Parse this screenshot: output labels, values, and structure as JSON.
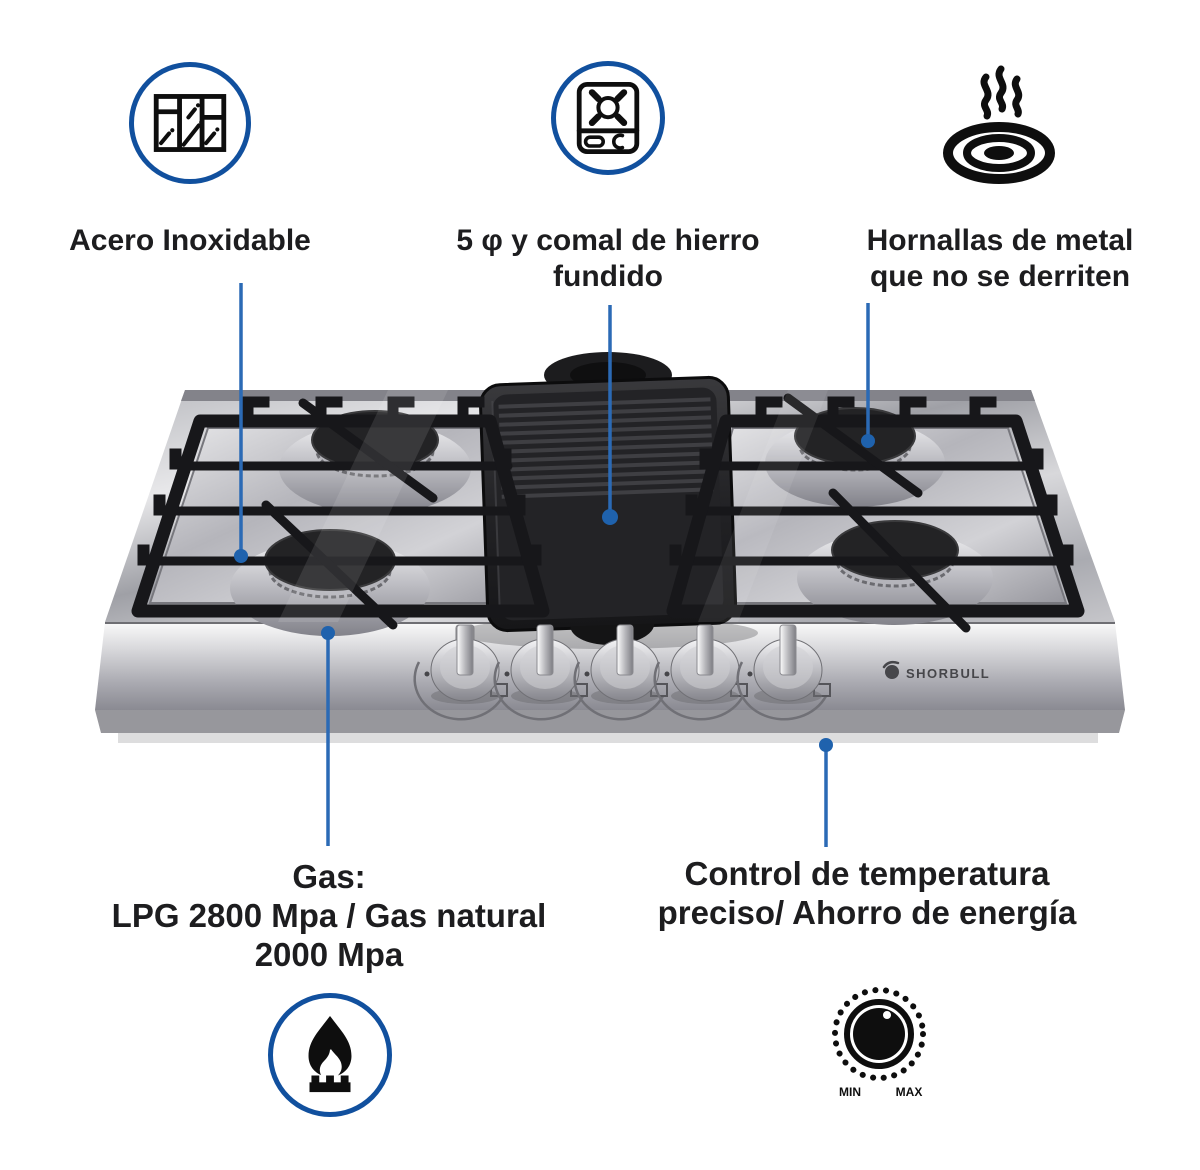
{
  "colors": {
    "background": "#ffffff",
    "accent_blue": "#11509e",
    "leader_blue": "#2b6ab5",
    "text": "#1d1d1f",
    "icon_black": "#0e0e0e"
  },
  "features_top": {
    "stainless": {
      "icon": "stainless-sheet-icon",
      "label": "Acero Inoxidable"
    },
    "burners": {
      "icon": "gas-burner-icon",
      "label_line1": "5 φ y comal de hierro",
      "label_line2": "fundido"
    },
    "hotplate": {
      "icon": "hot-plate-icon",
      "label_line1": "Hornallas de metal",
      "label_line2": "que no se derriten"
    }
  },
  "features_bottom": {
    "gas": {
      "icon": "gas-flame-icon",
      "line1": "Gas:",
      "line2": "LPG 2800 Mpa / Gas natural",
      "line3": "2000 Mpa"
    },
    "control": {
      "icon": "temperature-knob-icon",
      "line1": "Control de temperatura",
      "line2": "preciso/ Ahorro de energía",
      "knob_min": "MIN",
      "knob_max": "MAX"
    }
  },
  "product": {
    "brand": "SHORBULL",
    "burner_count": "5",
    "knob_count": "5"
  }
}
